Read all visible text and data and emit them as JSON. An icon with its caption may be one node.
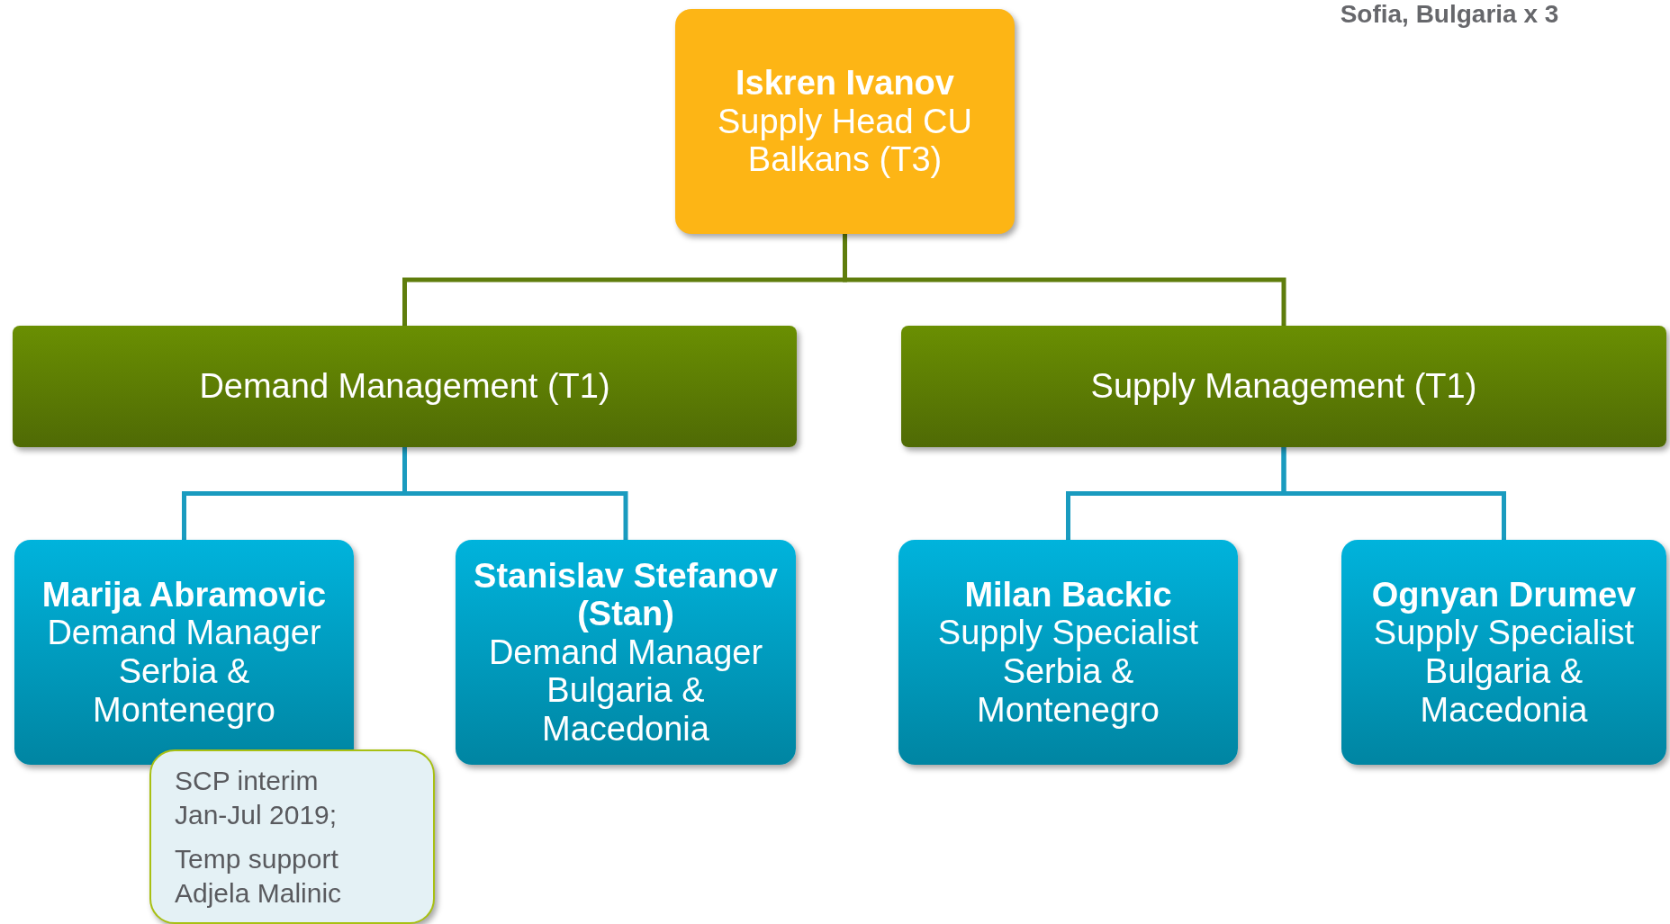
{
  "diagram": {
    "nodes": [
      {
        "text": [
          "Iskren Ivanov",
          "Supply Head CU Balkans (T3)"
        ]
      },
      {
        "text": [
          "Demand Management (T1)"
        ]
      },
      {
        "text": [
          "Supply Management (T1)"
        ]
      },
      {
        "text": [
          "Marija Abramovic",
          "Demand Manager Serbia & Montenegro"
        ]
      },
      {
        "text": [
          "Stanislav Stefanov (Stan)",
          "Demand Manager Bulgaria & Macedonia"
        ]
      },
      {
        "text": [
          "Milan Backic",
          "Supply Specialist Serbia & Montenegro"
        ]
      },
      {
        "text": [
          "Ognyan Drumev",
          "Supply Specialist Bulgaria & Macedonia"
        ]
      },
      {
        "text": [
          "SCP interim Jan-Jul 2019;",
          "Temp support Adjela Malinic"
        ]
      }
    ],
    "edges": [
      {
        "from": 0,
        "to": 1,
        "arrow": "none",
        "color": "#5f7d0c"
      },
      {
        "from": 0,
        "to": 2,
        "arrow": "none",
        "color": "#5f7d0c"
      },
      {
        "from": 1,
        "to": 3,
        "arrow": "none"
      },
      {
        "from": 1,
        "to": 4,
        "arrow": "none"
      },
      {
        "from": 2,
        "to": 5,
        "arrow": "none"
      },
      {
        "from": 2,
        "to": 6,
        "arrow": "none"
      }
    ],
    "labels": [
      "Sofia, Bulgaria x 3"
    ]
  }
}
